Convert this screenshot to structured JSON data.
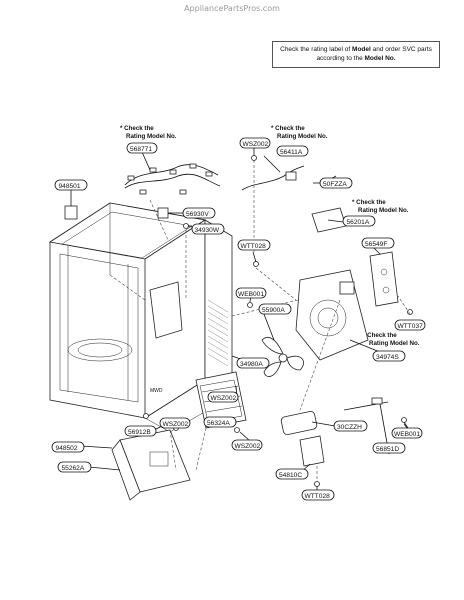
{
  "watermark": "AppliancePartsPros.com",
  "note_box": {
    "pre": "Check the rating label of ",
    "b1": "Model",
    "mid": " and order SVC parts according to the ",
    "b2": "Model No."
  },
  "callouts": {
    "rating_1": [
      "* Check the",
      "Rating Model No."
    ],
    "rating_2": [
      "* Check the",
      "Rating Model No."
    ],
    "rating_3": [
      "* Check the",
      "Rating Model No."
    ],
    "rating_4": [
      "* Check the",
      "Rating Model No."
    ]
  },
  "parts": {
    "p568771": "568771",
    "p948501": "948501",
    "pWSZ002a": "WSZ002",
    "p56411A": "56411A",
    "p50FZZA": "50FZZA",
    "p56201A": "56201A",
    "p56930V": "56930V",
    "p34930W": "34930W",
    "pWTT028a": "WTT028",
    "p56549F": "56549F",
    "pWEB001a": "WEB001",
    "p55900A": "55900A",
    "pWTT037": "WTT037",
    "p34974S": "34974S",
    "p34980A": "34980A",
    "pWSZ002b": "WSZ002",
    "p56912B": "56912B",
    "pWSZ002c": "WSZ002",
    "p948502": "948502",
    "p56324A": "56324A",
    "p55262A": "55262A",
    "pWSZ002d": "WSZ002",
    "p30CZZH": "30CZZH",
    "pWEB001b": "WEB001",
    "p56851D": "56851D",
    "p54810C": "54810C",
    "pWTT028b": "WTT028"
  }
}
